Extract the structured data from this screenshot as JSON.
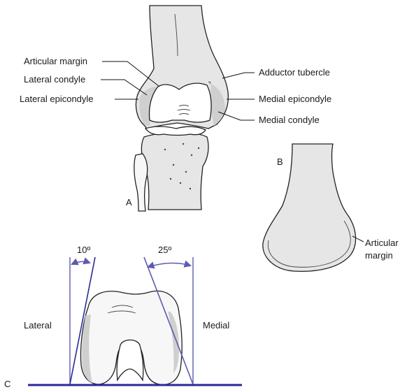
{
  "colors": {
    "bone_fill": "#e6e6e6",
    "bone_shade": "#cfcfcf",
    "line_blue": "#5b5bb0",
    "baseline_blue": "#2a2a9a"
  },
  "panel_a": {
    "letter": "A",
    "labels": {
      "articular_margin": "Articular margin",
      "lateral_condyle": "Lateral condyle",
      "lateral_epicondyle": "Lateral epicondyle",
      "adductor_tubercle": "Adductor tubercle",
      "medial_epicondyle": "Medial epicondyle",
      "medial_condyle": "Medial condyle"
    }
  },
  "panel_b": {
    "letter": "B",
    "labels": {
      "articular_margin_line1": "Articular",
      "articular_margin_line2": "margin"
    }
  },
  "panel_c": {
    "letter": "C",
    "lateral_angle": "10º",
    "medial_angle": "25º",
    "lateral_label": "Lateral",
    "medial_label": "Medial"
  }
}
